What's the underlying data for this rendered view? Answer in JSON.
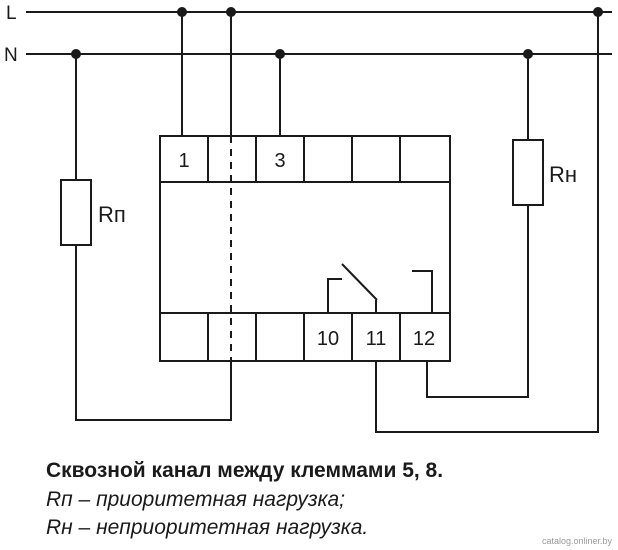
{
  "wire_labels": {
    "phase": "L",
    "neutral": "N"
  },
  "terminals": {
    "top": [
      "1",
      "",
      "3",
      "",
      "",
      ""
    ],
    "bottom": [
      "",
      "",
      "",
      "10",
      "11",
      "12"
    ]
  },
  "resistors": {
    "priority": "Rп",
    "non_priority": "Rн"
  },
  "caption": {
    "line1": "Сквозной канал между клеммами 5, 8.",
    "line2": "Rп – приоритетная нагрузка;",
    "line3": "Rн – неприоритетная нагрузка."
  },
  "watermark": "catalog.onliner.by",
  "colors": {
    "line": "#1a1a1a",
    "background": "#ffffff"
  }
}
